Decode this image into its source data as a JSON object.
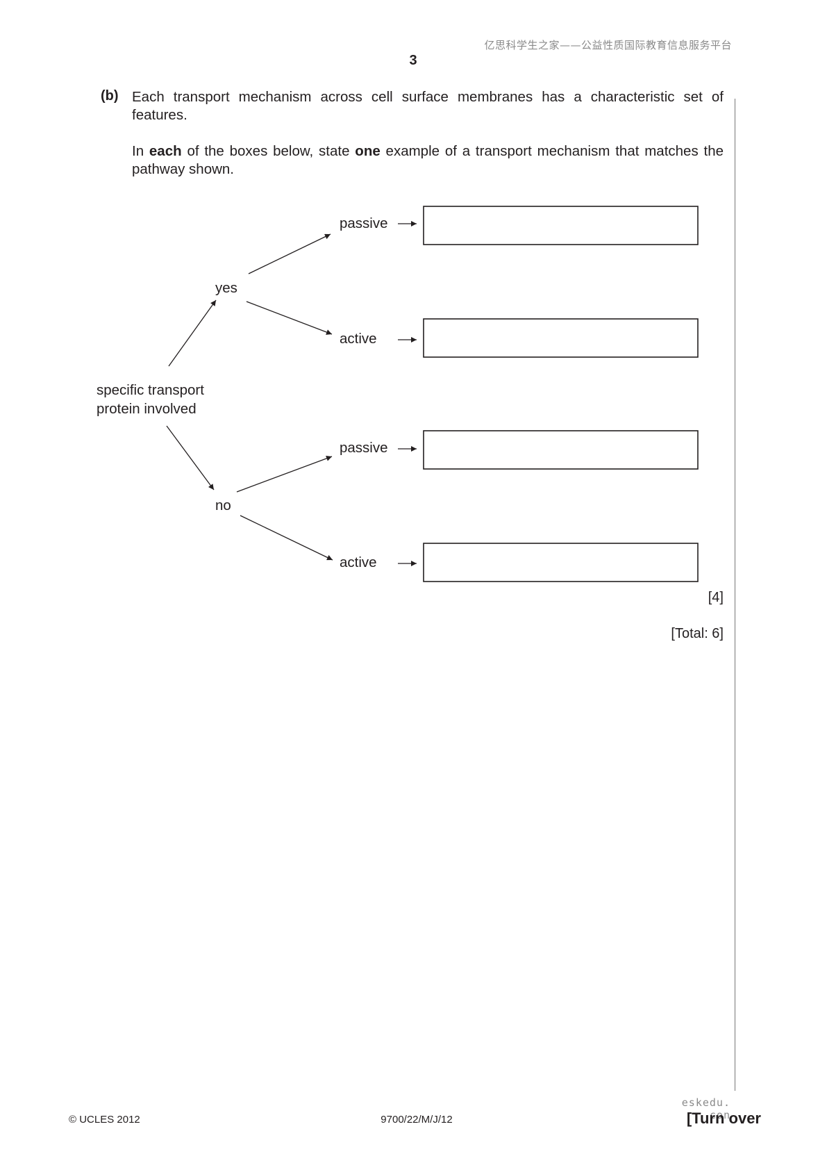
{
  "header": {
    "watermark": "亿思科学生之家——公益性质国际教育信息服务平台",
    "page_number": "3"
  },
  "question": {
    "part": "(b)",
    "intro": "Each transport mechanism across cell surface membranes has a characteristic set of features.",
    "instruction": {
      "pre": "In ",
      "each": "each",
      "mid": " of the boxes below, state ",
      "one": "one",
      "post": " example of a transport mechanism that matches the pathway shown."
    }
  },
  "diagram": {
    "root_line1": "specific transport",
    "root_line2": "protein involved",
    "yes": "yes",
    "no": "no",
    "yes_passive": "passive",
    "yes_active": "active",
    "no_passive": "passive",
    "no_active": "active",
    "answers": [
      "",
      "",
      "",
      ""
    ]
  },
  "marks": "[4]",
  "total": "[Total: 6]",
  "footer": {
    "copyright": "© UCLES 2012",
    "code": "9700/22/M/J/12",
    "watermark": "eskedu. con",
    "turn_over": "[Turn over"
  }
}
